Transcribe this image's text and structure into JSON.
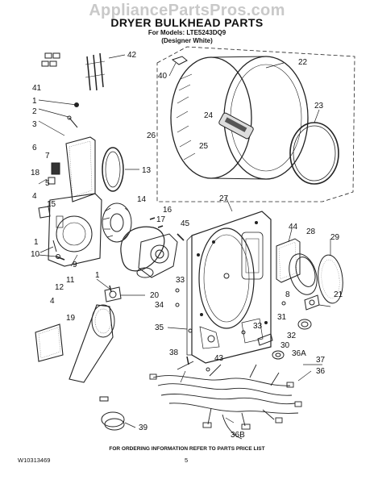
{
  "header": {
    "watermark": "AppliancePartsPros.com",
    "title": "DRYER BULKHEAD PARTS",
    "models": "For Models: LTE5243DQ9",
    "variant": "(Designer White)"
  },
  "callouts": [
    "42",
    "41",
    "1",
    "2",
    "3",
    "6",
    "7",
    "18",
    "5",
    "4",
    "15",
    "1",
    "10",
    "9",
    "1",
    "14",
    "16",
    "17",
    "45",
    "13",
    "12",
    "11",
    "19",
    "4",
    "20",
    "33",
    "34",
    "35",
    "38",
    "43",
    "39",
    "36B",
    "22",
    "40",
    "23",
    "24",
    "25",
    "26",
    "27",
    "44",
    "28",
    "29",
    "8",
    "21",
    "31",
    "33",
    "32",
    "30",
    "36A",
    "37",
    "36"
  ],
  "footer": {
    "ordering_info": "FOR ORDERING INFORMATION REFER TO PARTS PRICE LIST",
    "doc_number": "W10313469",
    "page_number": "5"
  }
}
